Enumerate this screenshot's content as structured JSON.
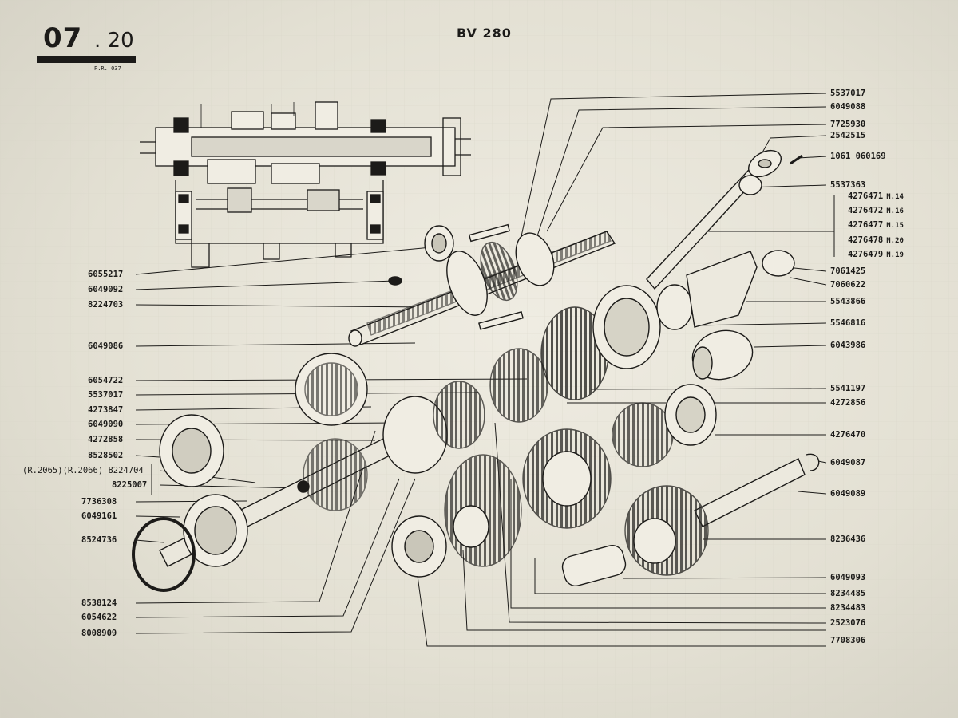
{
  "header": {
    "section_number": "07",
    "section_suffix": ". 20",
    "reference": "P.R. 037",
    "title": "BV 280"
  },
  "callouts_right": [
    {
      "code": "5537017"
    },
    {
      "code": "6049088"
    },
    {
      "code": "7725930"
    },
    {
      "code": "2542515"
    },
    {
      "code": "1061 060169"
    },
    {
      "code": "5537363"
    },
    {
      "code": "4276471",
      "suffix": "N.14"
    },
    {
      "code": "4276472",
      "suffix": "N.16"
    },
    {
      "code": "4276477",
      "suffix": "N.15"
    },
    {
      "code": "4276478",
      "suffix": "N.20"
    },
    {
      "code": "4276479",
      "suffix": "N.19"
    },
    {
      "code": "7061425"
    },
    {
      "code": "7060622"
    },
    {
      "code": "5543866"
    },
    {
      "code": "5546816"
    },
    {
      "code": "6043986"
    },
    {
      "code": "5541197"
    },
    {
      "code": "4272856"
    },
    {
      "code": "4276470"
    },
    {
      "code": "6049087"
    },
    {
      "code": "6049089"
    },
    {
      "code": "8236436"
    },
    {
      "code": "6049093"
    },
    {
      "code": "8234485"
    },
    {
      "code": "8234483"
    },
    {
      "code": "2523076"
    },
    {
      "code": "7708306"
    }
  ],
  "callouts_left": [
    {
      "code": "6055217"
    },
    {
      "code": "6049092"
    },
    {
      "code": "8224703"
    },
    {
      "code": "6049086"
    },
    {
      "code": "6054722"
    },
    {
      "code": "5537017"
    },
    {
      "code": "4273847"
    },
    {
      "code": "6049090"
    },
    {
      "code": "4272858"
    },
    {
      "code": "8528502"
    },
    {
      "code": "(R.2065)(R.2066) 8224704"
    },
    {
      "code": "8225007"
    },
    {
      "code": "7736308"
    },
    {
      "code": "6049161"
    },
    {
      "code": "8524736"
    },
    {
      "code": "8538124"
    },
    {
      "code": "6054622"
    },
    {
      "code": "8008909"
    }
  ],
  "colors": {
    "paper": "#e6e3d7",
    "ink": "#1c1b19",
    "grid": "#d8d5c8"
  }
}
